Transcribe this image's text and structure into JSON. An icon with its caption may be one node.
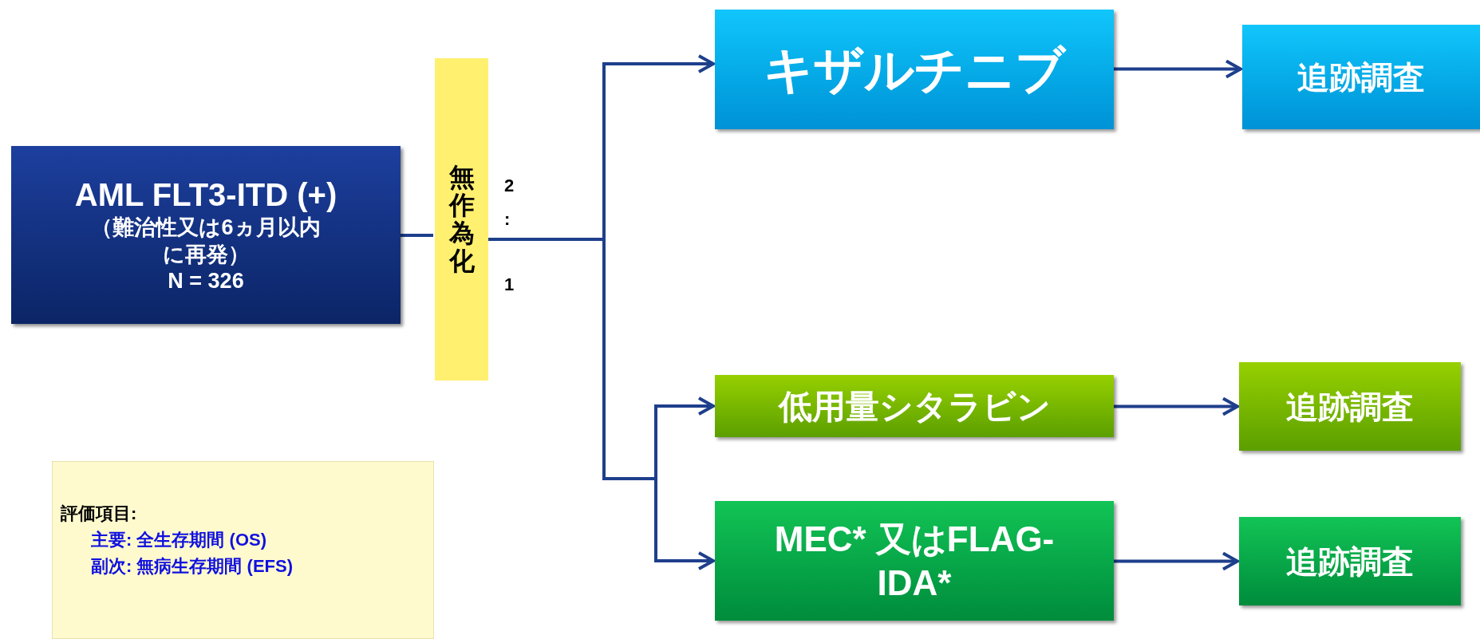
{
  "diagram": {
    "nodes": [
      {
        "text": [
          "AML FLT3-ITD (+)",
          "（難治性又は6ヵ月以内に再発）",
          "N = 326"
        ]
      },
      {
        "text": [
          "無作為化"
        ]
      },
      {
        "text": [
          "キザルチニブ"
        ]
      },
      {
        "text": [
          "追跡調査"
        ]
      },
      {
        "text": [
          "低用量シタラビン"
        ]
      },
      {
        "text": [
          "追跡調査"
        ]
      },
      {
        "text": [
          "MEC* 又はFLAG-IDA*"
        ]
      },
      {
        "text": [
          "追跡調査"
        ]
      },
      {
        "text": [
          "評価項目:",
          "主要: 全生存期間 (OS)",
          "副次: 無病生存期間 (EFS)"
        ]
      }
    ],
    "edges": [
      {
        "from": 0,
        "to": 1,
        "arrow": "none"
      },
      {
        "from": 1,
        "to": 2,
        "arrow": "to"
      },
      {
        "from": 1,
        "to": 4,
        "arrow": "to"
      },
      {
        "from": 1,
        "to": 6,
        "arrow": "to"
      },
      {
        "from": 2,
        "to": 3,
        "arrow": "to"
      },
      {
        "from": 4,
        "to": 5,
        "arrow": "to"
      },
      {
        "from": 6,
        "to": 7,
        "arrow": "to"
      }
    ],
    "labels": [
      "2",
      ":",
      "1"
    ]
  }
}
